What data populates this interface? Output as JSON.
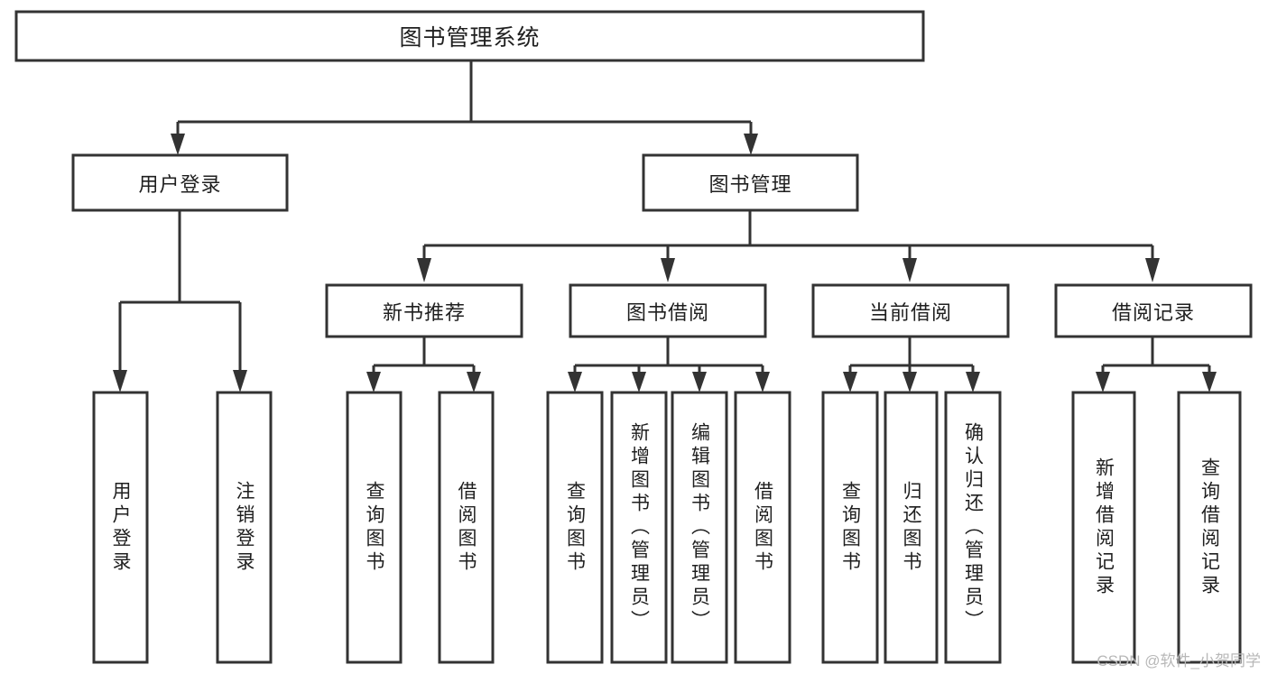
{
  "diagram": {
    "title": "图书管理系统",
    "type": "hierarchy-tree",
    "watermark": "CSDN @软件_小贺同学",
    "colors": {
      "stroke": "#333333",
      "fill": "#ffffff",
      "text": "#1f1f1f",
      "watermark": "#b8b8b8"
    },
    "root": {
      "label": "图书管理系统"
    },
    "level2": [
      {
        "label": "用户登录"
      },
      {
        "label": "图书管理"
      }
    ],
    "level3": [
      {
        "label": "新书推荐"
      },
      {
        "label": "图书借阅"
      },
      {
        "label": "当前借阅"
      },
      {
        "label": "借阅记录"
      }
    ],
    "leaves": {
      "user_login": [
        {
          "label": "用户登录"
        },
        {
          "label": "注销登录"
        }
      ],
      "new_book_recommend": [
        {
          "label": "查询图书"
        },
        {
          "label": "借阅图书"
        }
      ],
      "book_borrow": [
        {
          "label": "查询图书"
        },
        {
          "label": "新增图书（管理员）"
        },
        {
          "label": "编辑图书（管理员）"
        },
        {
          "label": "借阅图书"
        }
      ],
      "current_borrow": [
        {
          "label": "查询图书"
        },
        {
          "label": "归还图书"
        },
        {
          "label": "确认归还（管理员）"
        }
      ],
      "borrow_record": [
        {
          "label": "新增借阅记录"
        },
        {
          "label": "查询借阅记录"
        }
      ]
    }
  }
}
